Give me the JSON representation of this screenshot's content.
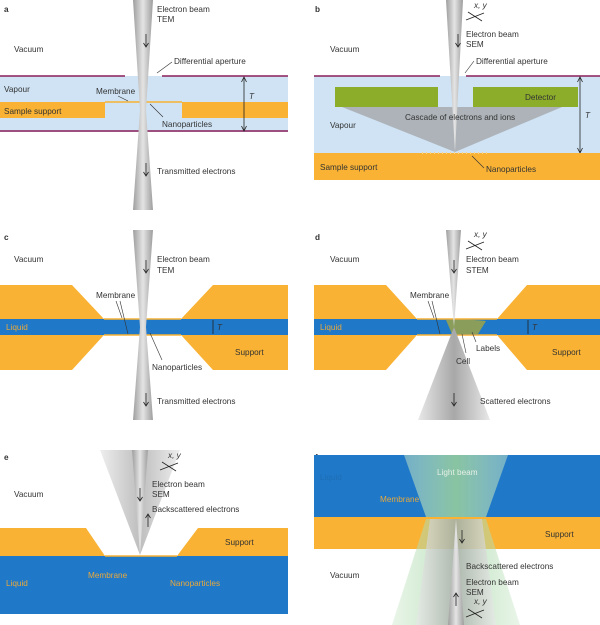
{
  "colors": {
    "vacuum": "#ffffff",
    "vapour": "#cfe3f4",
    "support": "#f9b233",
    "liquid": "#1f78c8",
    "detector": "#8cad2a",
    "beam": "#bdbdbd",
    "aperture": "#8a1f5a",
    "light_beam": "#9bd19b"
  },
  "panels": {
    "a": {
      "letter": "a",
      "vacuum": "Vacuum",
      "beam": "Electron beam",
      "mode": "TEM",
      "aperture": "Differential aperture",
      "vapour": "Vapour",
      "membrane": "Membrane",
      "sample_support": "Sample support",
      "nanoparticles": "Nanoparticles",
      "T": "T",
      "transmitted": "Transmitted electrons"
    },
    "b": {
      "letter": "b",
      "xy": "x, y",
      "vacuum": "Vacuum",
      "beam": "Electron beam",
      "mode": "SEM",
      "aperture": "Differential aperture",
      "detector": "Detector",
      "cascade": "Cascade of electrons and ions",
      "vapour": "Vapour",
      "T": "T",
      "sample_support": "Sample support",
      "nanoparticles": "Nanoparticles"
    },
    "c": {
      "letter": "c",
      "vacuum": "Vacuum",
      "beam": "Electron beam",
      "mode": "TEM",
      "membrane": "Membrane",
      "liquid": "Liquid",
      "T": "T",
      "support": "Support",
      "nanoparticles": "Nanoparticles",
      "transmitted": "Transmitted electrons"
    },
    "d": {
      "letter": "d",
      "xy": "x, y",
      "vacuum": "Vacuum",
      "beam": "Electron beam",
      "mode": "STEM",
      "membrane": "Membrane",
      "liquid": "Liquid",
      "T": "T",
      "labels": "Labels",
      "cell": "Cell",
      "support": "Support",
      "scattered": "Scattered electrons"
    },
    "e": {
      "letter": "e",
      "xy": "x, y",
      "vacuum": "Vacuum",
      "beam": "Electron beam",
      "mode": "SEM",
      "backscattered": "Backscattered electrons",
      "support": "Support",
      "liquid": "Liquid",
      "membrane": "Membrane",
      "nanoparticles": "Nanoparticles"
    },
    "f": {
      "letter": "f",
      "liquid": "Liquid",
      "light": "Light beam",
      "membrane": "Membrane",
      "support": "Support",
      "backscattered": "Backscattered electrons",
      "vacuum": "Vacuum",
      "beam": "Electron beam",
      "mode": "SEM",
      "xy": "x, y"
    }
  }
}
